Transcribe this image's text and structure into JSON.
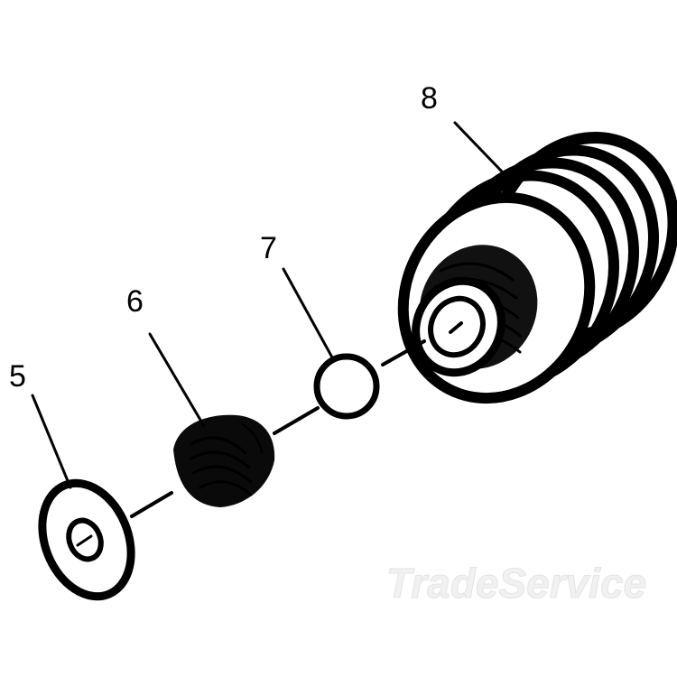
{
  "callouts": {
    "washer": "5",
    "spring": "6",
    "ball": "7",
    "seat": "8"
  },
  "watermark": "TradeService",
  "colors": {
    "ink": "#000000",
    "paper": "#ffffff",
    "watermark": "#eeeeee"
  }
}
